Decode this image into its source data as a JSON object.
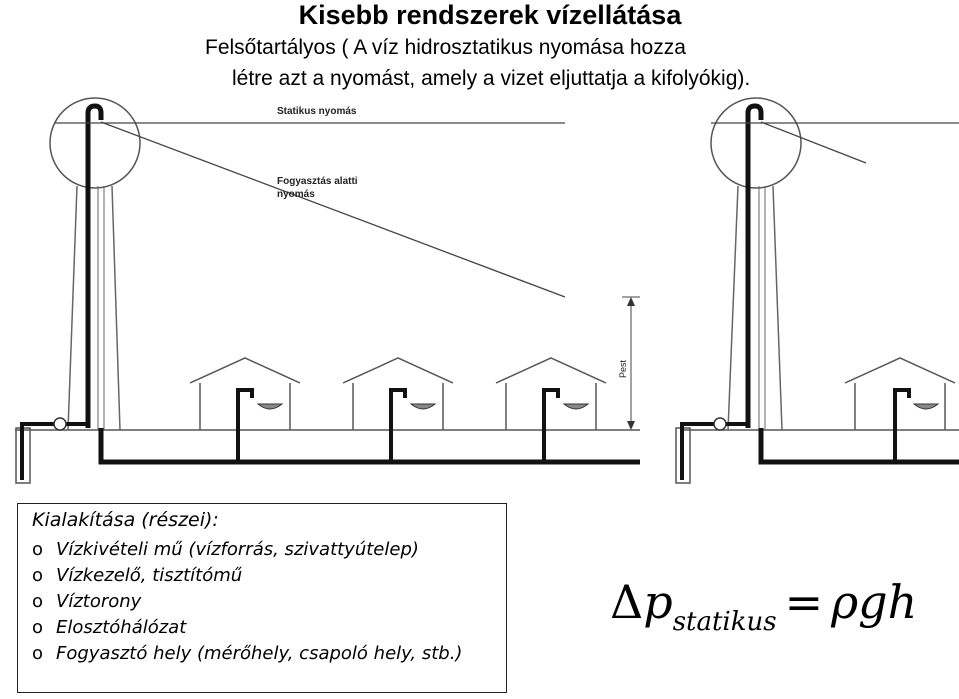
{
  "title": "Kisebb rendszerek vízellátása",
  "subtitle_line1": "Felsőtartályos ( A víz hidrosztatikus nyomása hozza",
  "subtitle_line2": "létre azt a nyomást, amely a vizet eljuttatja a kifolyókig).",
  "diagram": {
    "static_pressure_label": "Statikus nyomás",
    "dynamic_pressure_label_1": "Fogyasztás alatti",
    "dynamic_pressure_label_2": "nyomás",
    "height_label": "Pest"
  },
  "parts": {
    "heading": "Kialakítása (részei):",
    "bullet": "o",
    "items": [
      "Vízkivételi mű (vízforrás, szivattyútelep)",
      "Vízkezelő, tisztítómű",
      "Víztorony",
      "Elosztóhálózat",
      "Fogyasztó hely (mérőhely, csapoló hely, stb.)"
    ]
  },
  "formula": {
    "delta": "Δ",
    "p": "p",
    "subscript": "statikus",
    "equals": "=",
    "rhs": "ρgh"
  }
}
